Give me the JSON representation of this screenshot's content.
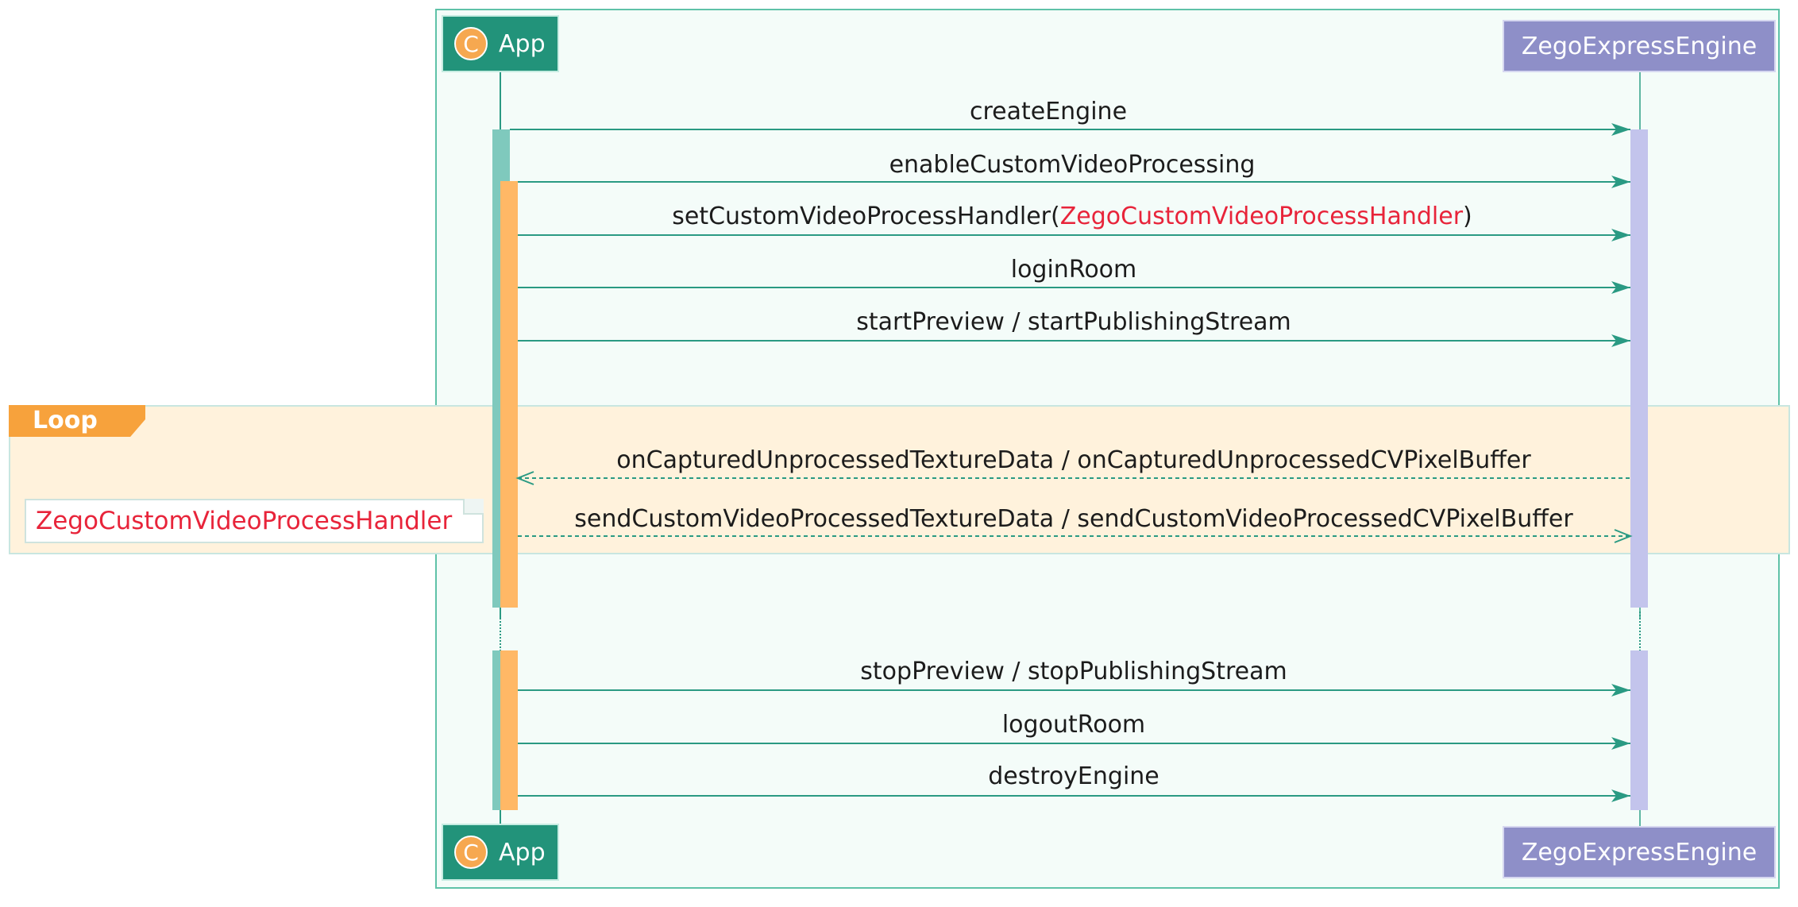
{
  "participants": {
    "app": {
      "label": "App",
      "icon": "C"
    },
    "engine": {
      "label": "ZegoExpressEngine"
    }
  },
  "loop": {
    "label": "Loop"
  },
  "note": {
    "text": "ZegoCustomVideoProcessHandler"
  },
  "messages": [
    {
      "text": "createEngine",
      "direction": "right",
      "style": "solid"
    },
    {
      "text": "enableCustomVideoProcessing",
      "direction": "right",
      "style": "solid"
    },
    {
      "text_before": "setCustomVideoProcessHandler(",
      "text_highlight": "ZegoCustomVideoProcessHandler",
      "text_after": ")",
      "direction": "right",
      "style": "solid"
    },
    {
      "text": "loginRoom",
      "direction": "right",
      "style": "solid"
    },
    {
      "text": "startPreview / startPublishingStream",
      "direction": "right",
      "style": "solid"
    },
    {
      "text": "onCapturedUnprocessedTextureData / onCapturedUnprocessedCVPixelBuffer",
      "direction": "left",
      "style": "dashed"
    },
    {
      "text": "sendCustomVideoProcessedTextureData / sendCustomVideoProcessedCVPixelBuffer",
      "direction": "right",
      "style": "dashed"
    },
    {
      "text": "stopPreview / stopPublishingStream",
      "direction": "right",
      "style": "solid"
    },
    {
      "text": "logoutRoom",
      "direction": "right",
      "style": "solid"
    },
    {
      "text": "destroyEngine",
      "direction": "right",
      "style": "solid"
    }
  ],
  "colors": {
    "arrow": "#2a9a83",
    "highlight": "#e8243a",
    "app_box": "#22937a",
    "engine_box": "#8e8fc8",
    "loop_tag": "#f7a23c",
    "loop_bg": "#fff2dc"
  }
}
